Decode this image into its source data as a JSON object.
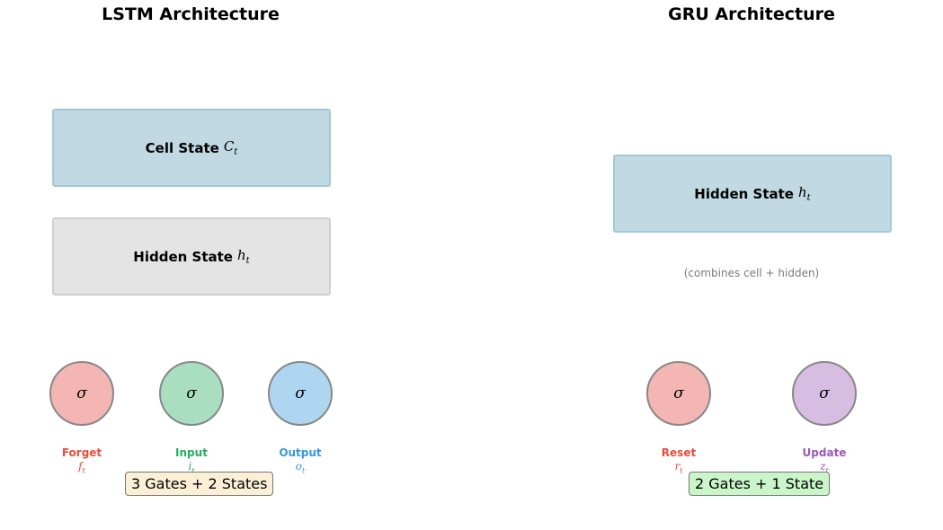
{
  "lstm": {
    "title": "LSTM Architecture",
    "cell_state": {
      "label": "Cell State",
      "symbol": "C",
      "subscript": "t"
    },
    "hidden_state": {
      "label": "Hidden State",
      "symbol": "h",
      "subscript": "t"
    },
    "gates": [
      {
        "glyph": "σ",
        "label": "Forget",
        "symbol": "f",
        "subscript": "t",
        "fill": "#f4b6b2",
        "color": "#e74c3c"
      },
      {
        "glyph": "σ",
        "label": "Input",
        "symbol": "i",
        "subscript": "t",
        "fill": "#a9dfc0",
        "color": "#27ae60"
      },
      {
        "glyph": "σ",
        "label": "Output",
        "symbol": "o",
        "subscript": "t",
        "fill": "#aed6f1",
        "color": "#3498db"
      }
    ],
    "summary": "3 Gates + 2 States",
    "summary_fill": "#fbefd5"
  },
  "gru": {
    "title": "GRU Architecture",
    "hidden_state": {
      "label": "Hidden State",
      "symbol": "h",
      "subscript": "t"
    },
    "note": "(combines cell + hidden)",
    "gates": [
      {
        "glyph": "σ",
        "label": "Reset",
        "symbol": "r",
        "subscript": "t",
        "fill": "#f4b6b2",
        "color": "#e74c3c"
      },
      {
        "glyph": "σ",
        "label": "Update",
        "symbol": "z",
        "subscript": "t",
        "fill": "#d7bde2",
        "color": "#9b59b6"
      }
    ],
    "summary": "2 Gates + 1 State",
    "summary_fill": "#c9f5c9"
  }
}
